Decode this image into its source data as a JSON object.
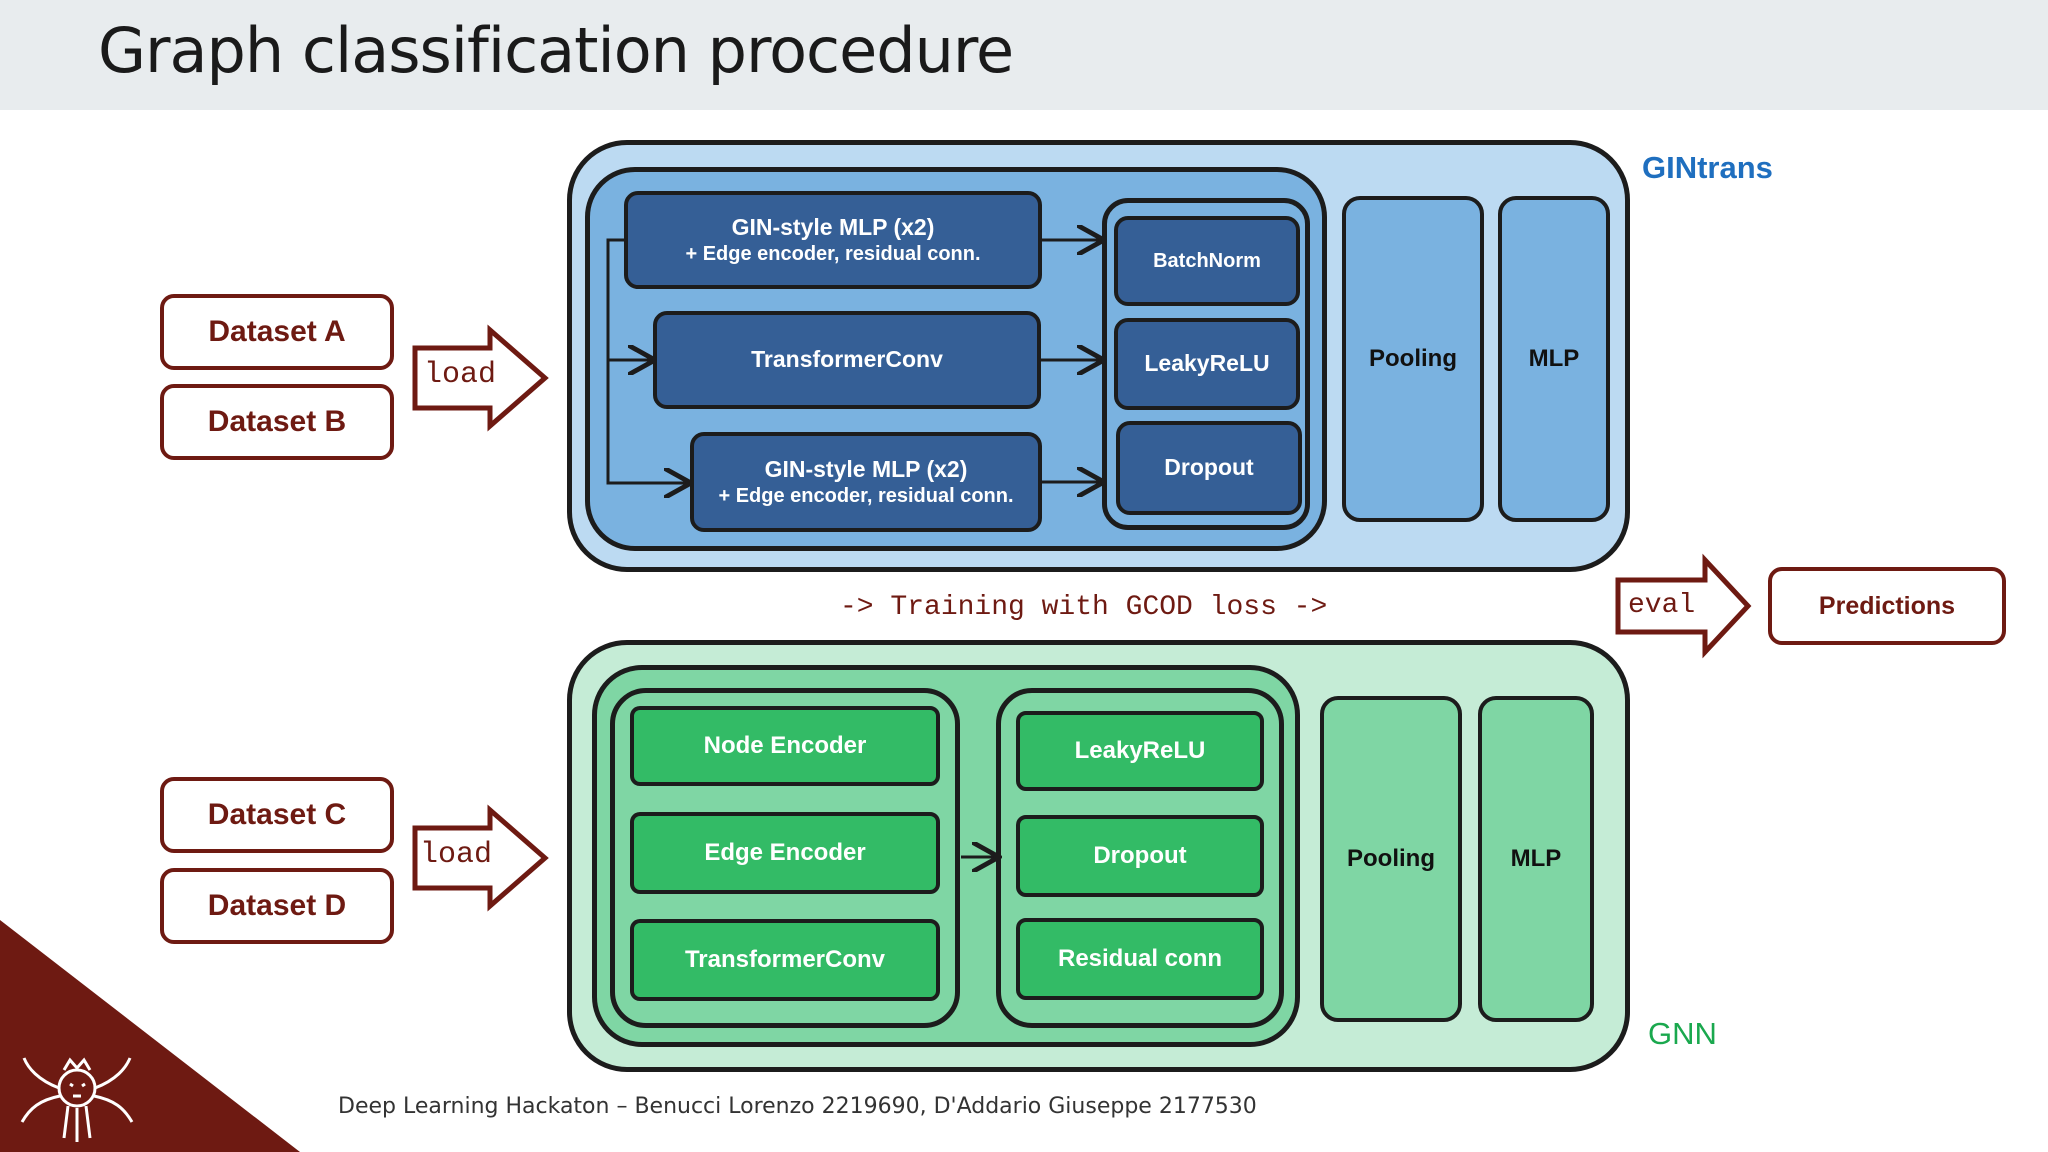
{
  "title": "Graph classification procedure",
  "datasets": [
    "Dataset A",
    "Dataset B",
    "Dataset C",
    "Dataset D"
  ],
  "load_label": "load",
  "eval_label": "eval",
  "training_label": "-> Training with GCOD loss ->",
  "predictions_label": "Predictions",
  "gintrans": {
    "label": "GINtrans",
    "block1_title": "GIN-style MLP (x2)",
    "block1_sub": "+ Edge encoder, residual conn.",
    "block2": "TransformerConv",
    "block3_title": "GIN-style MLP (x2)",
    "block3_sub": "+ Edge encoder, residual conn.",
    "batchnorm": "BatchNorm",
    "leakyrelu": "LeakyReLU",
    "dropout": "Dropout",
    "pooling": "Pooling",
    "mlp": "MLP"
  },
  "gnn": {
    "label": "GNN",
    "node_encoder": "Node Encoder",
    "edge_encoder": "Edge Encoder",
    "transformerconv": "TransformerConv",
    "leakyrelu": "LeakyReLU",
    "dropout": "Dropout",
    "residual": "Residual conn",
    "pooling": "Pooling",
    "mlp": "MLP"
  },
  "footer": "Deep Learning Hackaton – Benucci Lorenzo 2219690, D'Addario Giuseppe 2177530",
  "colors": {
    "maroon": "#6e1a12",
    "gintrans_label": "#1f6fbf",
    "gnn_label": "#1aa84e",
    "blue_block": "#355f96",
    "green_block": "#33bb66"
  }
}
